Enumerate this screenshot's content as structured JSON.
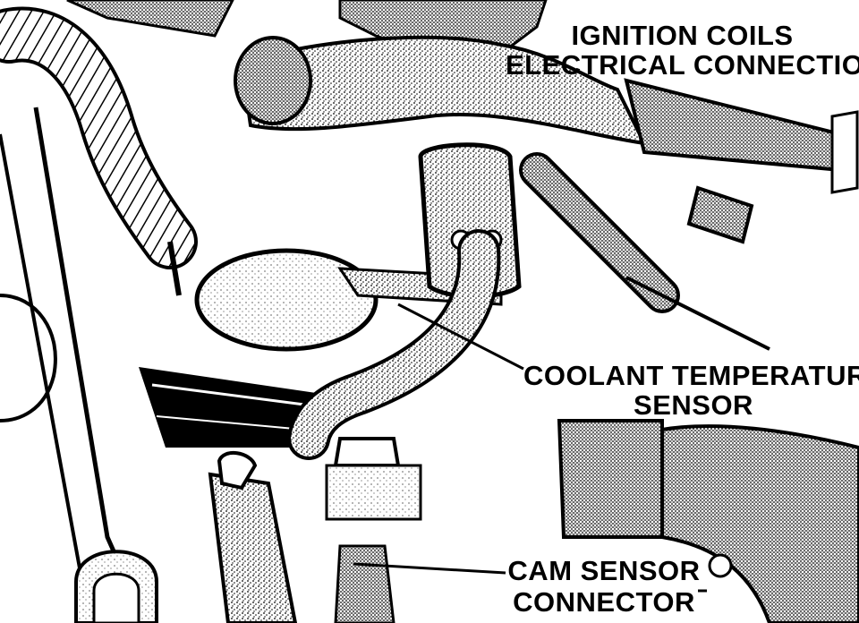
{
  "diagram": {
    "callouts": {
      "ignition_coils": {
        "line1": "IGNITION COILS",
        "line2": "ELECTRICAL CONNECTION"
      },
      "coolant_sensor": {
        "line1": "COOLANT TEMPERATURE",
        "line2": "SENSOR"
      },
      "cam_sensor": {
        "line1": "CAM SENSOR",
        "line2": "CONNECTOR"
      }
    },
    "colors": {
      "ink": "#000000",
      "paper": "#ffffff",
      "stipple": "#9a9a9a"
    }
  }
}
